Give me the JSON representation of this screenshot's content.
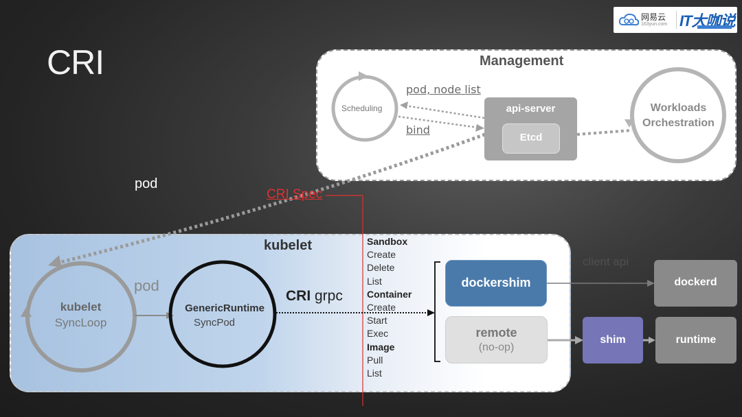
{
  "slide": {
    "title": "CRI"
  },
  "logo": {
    "name": "网易云",
    "sub": "163yun.com",
    "it": "IT大咖说"
  },
  "management": {
    "title": "Management",
    "scheduling": "Scheduling",
    "pod_node_list": "pod, node list",
    "bind": "bind",
    "api_server": "api-server",
    "etcd": "Etcd",
    "workloads_line1": "Workloads",
    "workloads_line2": "Orchestration"
  },
  "labels": {
    "pod_top": "pod",
    "cri_spec": "CRI Spec",
    "pod_mid": "pod"
  },
  "kubelet": {
    "title": "kubelet",
    "syncloop_line1": "kubelet",
    "syncloop_line2": "SyncLoop",
    "generic_line1": "GenericRuntime",
    "generic_line2": "SyncPod",
    "cri_bold": "CRI",
    "cri_rest": " grpc"
  },
  "operations": [
    {
      "text": "Sandbox",
      "header": true
    },
    {
      "text": "Create",
      "header": false
    },
    {
      "text": "Delete",
      "header": false
    },
    {
      "text": "List",
      "header": false
    },
    {
      "text": "Container",
      "header": true
    },
    {
      "text": "Create",
      "header": false
    },
    {
      "text": "Start",
      "header": false
    },
    {
      "text": "Exec",
      "header": false
    },
    {
      "text": "Image",
      "header": true
    },
    {
      "text": "Pull",
      "header": false
    },
    {
      "text": "List",
      "header": false
    }
  ],
  "runtimes": {
    "dockershim": "dockershim",
    "remote_line1": "remote",
    "remote_line2": "(no-op)",
    "client_api": "client api",
    "dockerd": "dockerd",
    "shim": "shim",
    "runtime": "runtime"
  },
  "colors": {
    "cri_spec": "#e03030",
    "dockershim": "#4a7aaa",
    "shim": "#7575b8",
    "gray_box": "#8a8a8a"
  }
}
